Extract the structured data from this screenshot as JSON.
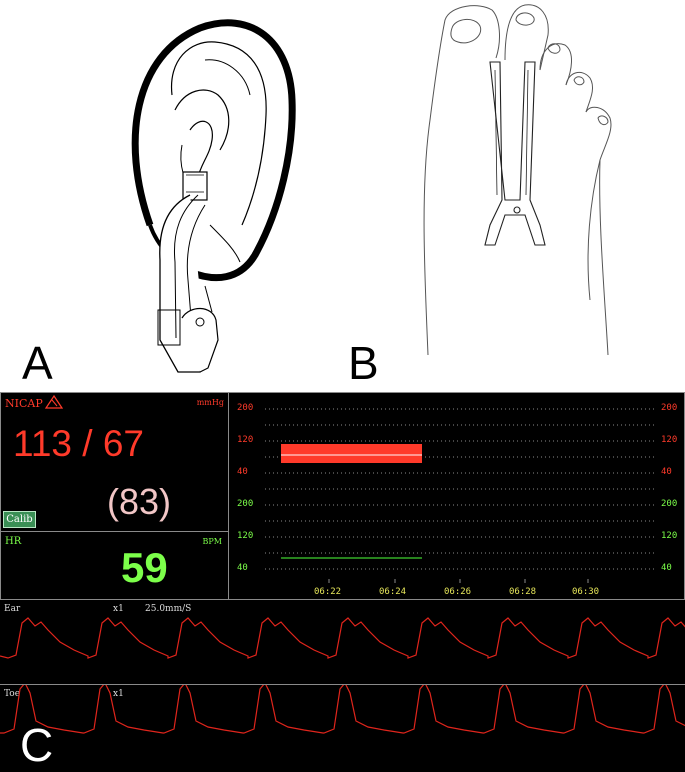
{
  "labels": {
    "a": "A",
    "b": "B",
    "c": "C"
  },
  "nicap": {
    "title": "NICAP",
    "unit": "mmHg",
    "bp": "113 / 67",
    "mean": "(83)",
    "calib": "Calib"
  },
  "hr": {
    "title": "HR",
    "unit": "BPM",
    "value": "59"
  },
  "trend": {
    "bp_ticks": [
      "200",
      "120",
      "40"
    ],
    "hr_ticks": [
      "200",
      "120",
      "40"
    ],
    "times": [
      "06:22",
      "06:24",
      "06:26",
      "06:28",
      "06:30"
    ]
  },
  "waves": {
    "ear": {
      "label": "Ear",
      "gain": "x1",
      "speed": "25.0mm/S"
    },
    "toe": {
      "label": "Toe",
      "gain": "x1"
    }
  },
  "colors": {
    "red": "#ff3a2a",
    "green": "#7cff4a",
    "pink": "#f2c6c6",
    "yellow": "#e6e65a",
    "trace": "#e0251c"
  }
}
